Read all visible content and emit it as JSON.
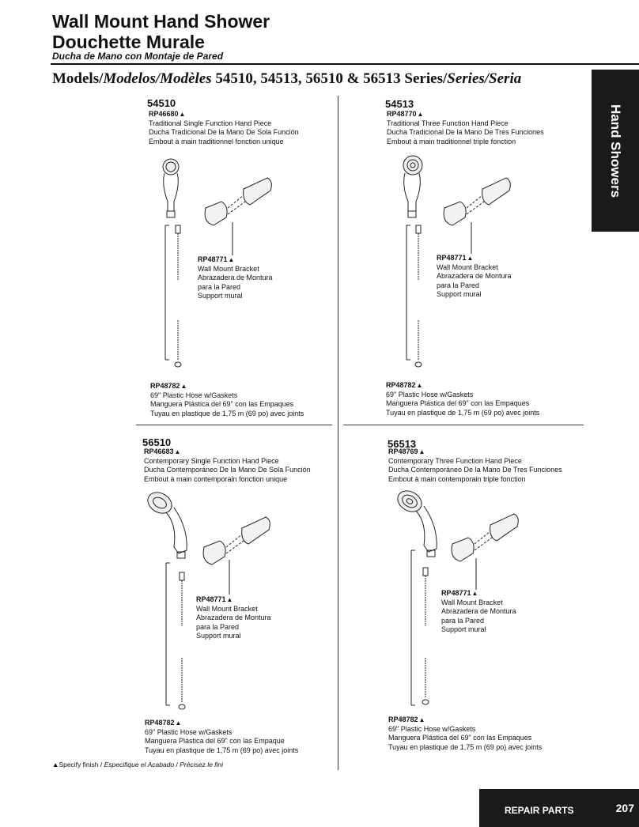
{
  "header": {
    "title_line1": "Wall Mount Hand Shower",
    "title_line2": "Douchette Murale",
    "subtitle": "Ducha de Mano con Montaje de Pared",
    "models_prefix": "Models/",
    "models_es": "Modelos",
    "models_sep": "/",
    "models_fr": "Modèles",
    "models_numbers": " 54510, 54513, 56510 & 56513 Series/",
    "models_series_es": "Series",
    "models_series_fr": "Seria"
  },
  "side_tab": {
    "label": "Hand Showers"
  },
  "panels": [
    {
      "model": "54510",
      "handpiece": {
        "part": "RP46680",
        "lines": [
          "Traditional Single Function Hand Piece",
          "Ducha Tradicional De la Mano De Sola Función",
          "Embout à main traditionnel fonction unique"
        ]
      },
      "bracket": {
        "part": "RP48771",
        "lines": [
          "Wall Mount Bracket",
          "Abrazadera de Montura",
          "para la Pared",
          "Support mural"
        ]
      },
      "hose": {
        "part": "RP48782",
        "lines": [
          "69\" Plastic Hose w/Gaskets",
          "Manguera Plástica del 69\" con las Empaques",
          "Tuyau en plastique de 1,75 m (69 po) avec joints"
        ]
      }
    },
    {
      "model": "54513",
      "handpiece": {
        "part": "RP48770",
        "lines": [
          "Traditional Three Function Hand Piece",
          "Ducha Tradicional De la Mano De Tres Funciones",
          "Embout à main traditionnel triple fonction"
        ]
      },
      "bracket": {
        "part": "RP48771",
        "lines": [
          "Wall Mount Bracket",
          "Abrazadera de Montura",
          "para la Pared",
          "Support mural"
        ]
      },
      "hose": {
        "part": "RP48782",
        "lines": [
          "69\" Plastic Hose w/Gaskets",
          "Manguera Plástica del 69\" con las Empaques",
          "Tuyau en plastique de 1,75 m (69 po) avec joints"
        ]
      }
    },
    {
      "model": "56510",
      "handpiece": {
        "part": "RP46683",
        "lines": [
          "Contemporary Single Function Hand Piece",
          "Ducha Contemporáneo De la Mano De Sola Función",
          "Embout à main contemporain fonction unique"
        ]
      },
      "bracket": {
        "part": "RP48771",
        "lines": [
          "Wall Mount Bracket",
          "Abrazadera de Montura",
          "para la Pared",
          "Support mural"
        ]
      },
      "hose": {
        "part": "RP48782",
        "lines": [
          "69\" Plastic Hose w/Gaskets",
          "Manguera Plástica del 69\" con las Empaque",
          "Tuyau en plastique de 1,75 m (69 po) avec joints"
        ]
      }
    },
    {
      "model": "56513",
      "handpiece": {
        "part": "RP48769",
        "lines": [
          "Contemporary Three Function Hand Piece",
          "Ducha Contemporáneo De la Mano De Tres Funciones",
          "Embout à main contemporain triple fonction"
        ]
      },
      "bracket": {
        "part": "RP48771",
        "lines": [
          "Wall Mount Bracket",
          "Abrazadera de Montura",
          "para la Pared",
          "Support mural"
        ]
      },
      "hose": {
        "part": "RP48782",
        "lines": [
          "69\" Plastic Hose w/Gaskets",
          "Manguera Plástica del 69\" con las Empaques",
          "Tuyau en plastique de 1,75 m (69 po) avec joints"
        ]
      }
    }
  ],
  "triangle_symbol": "▲",
  "footnote": {
    "symbol": "▲",
    "en": "Specify finish",
    "sep1": " / ",
    "es": "Especifique el Acabado",
    "sep2": "  / ",
    "fr": "Précisez le fini"
  },
  "footer": {
    "label": "REPAIR PARTS",
    "page": "207"
  }
}
